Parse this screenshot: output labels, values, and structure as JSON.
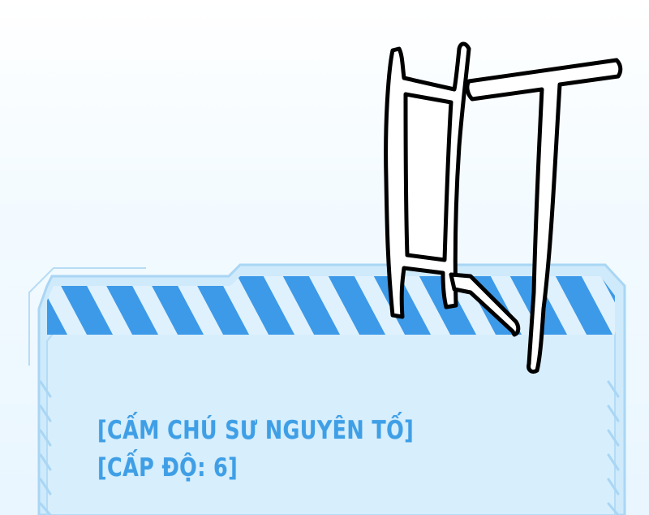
{
  "status_panel": {
    "title_line": "[CẤM CHÚ SƯ NGUYÊN TỐ]",
    "level_line": "[CẤP ĐỘ: 6]"
  },
  "colors": {
    "panel_fill": "#cfeafb",
    "panel_border": "#9fd2f3",
    "stripe_blue": "#3d9ae8",
    "stripe_light": "#dff1fd",
    "text_blue": "#3f9fe6",
    "sfx_outline": "#000000",
    "sfx_fill": "#ffffff"
  },
  "sfx_glyph": "sound-effect-lettering"
}
